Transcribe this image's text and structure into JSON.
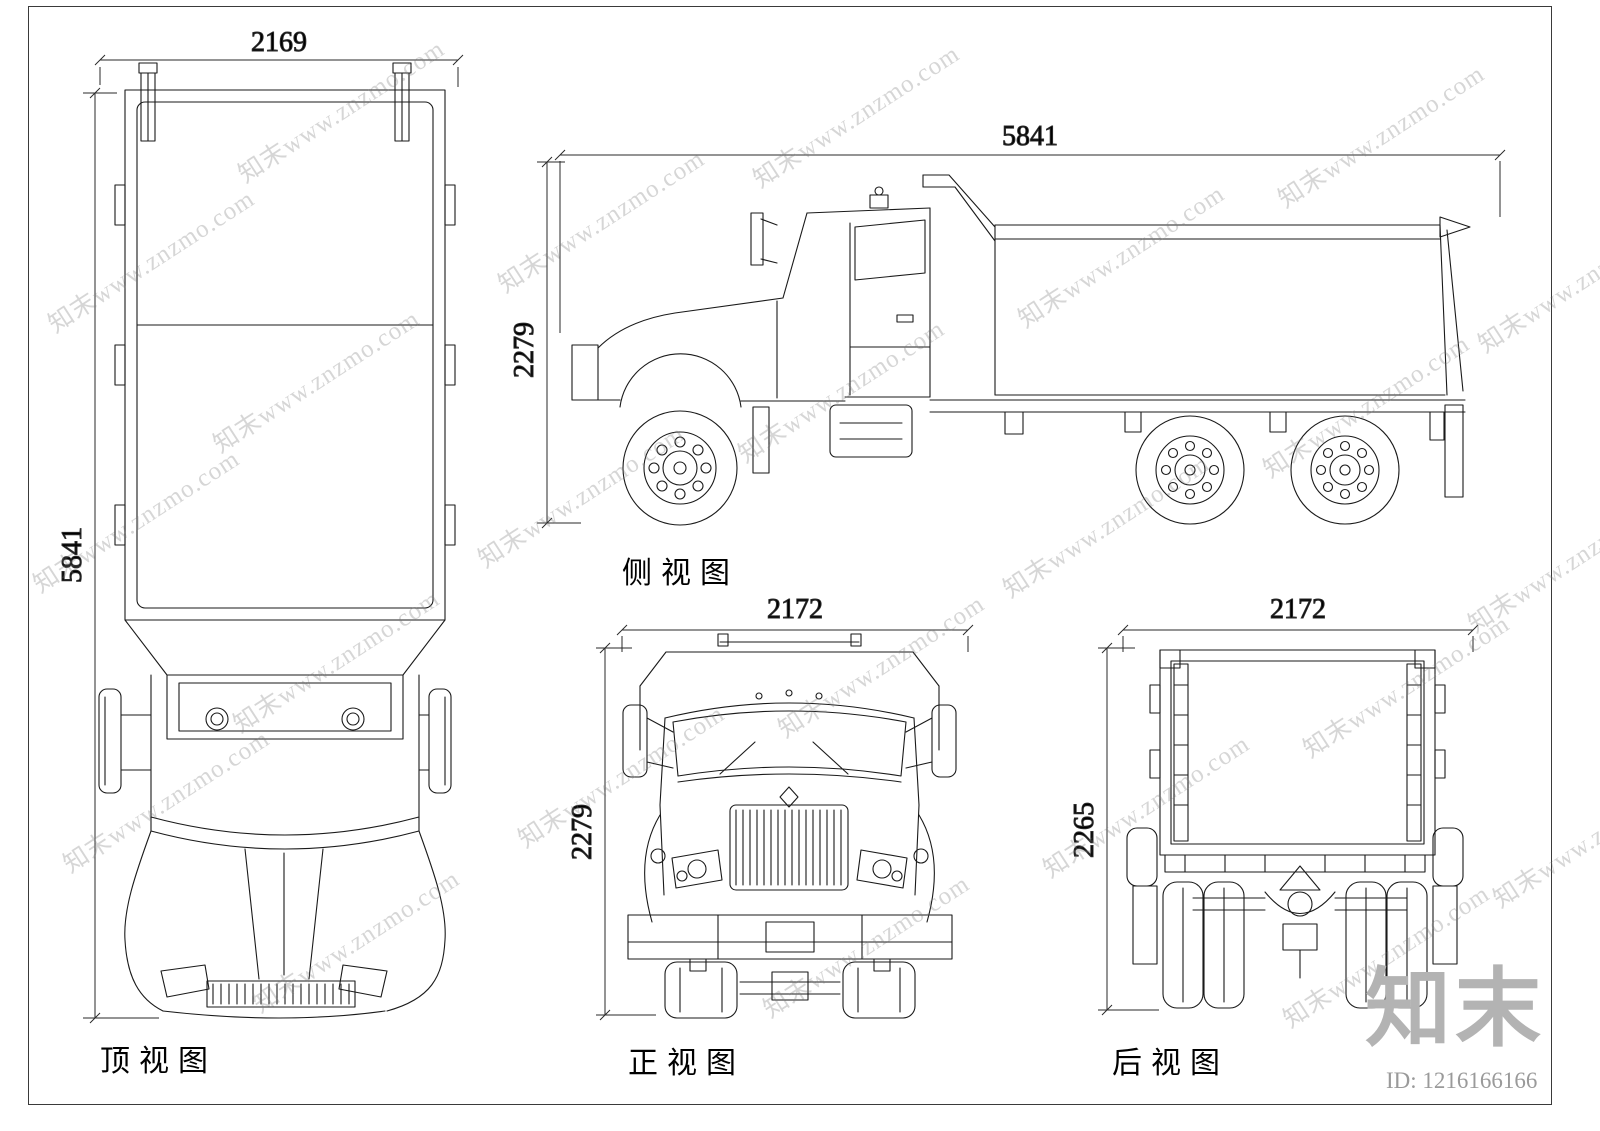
{
  "page": {
    "watermark_text": "知末www.znzmo.com",
    "logo_text": "知末",
    "id_text": "ID: 1216166166"
  },
  "views": {
    "top": {
      "label": "顶视图",
      "width_dim": "2169",
      "length_dim": "5841"
    },
    "side": {
      "label": "侧视图",
      "length_dim": "5841",
      "height_dim": "2279"
    },
    "front": {
      "label": "正视图",
      "width_dim": "2172",
      "height_dim": "2279"
    },
    "rear": {
      "label": "后视图",
      "width_dim": "2172",
      "height_dim": "2265"
    }
  }
}
